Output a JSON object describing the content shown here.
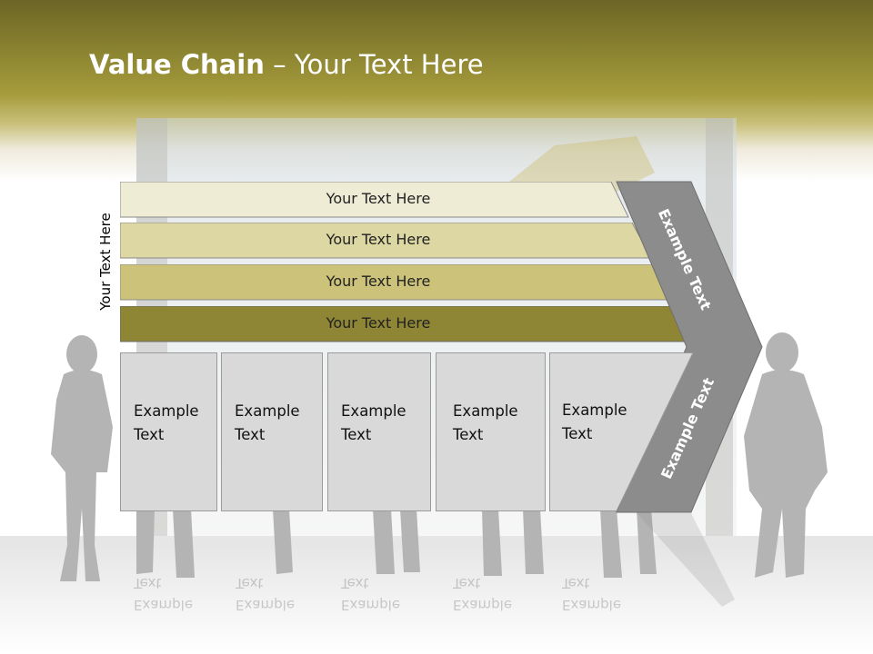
{
  "title": {
    "bold": "Value Chain",
    "rest": " – Your Text Here"
  },
  "side_label": "Your Text Here",
  "bars": [
    {
      "label": "Your Text Here",
      "color": "#efecd6"
    },
    {
      "label": "Your Text Here",
      "color": "#ddd7a3"
    },
    {
      "label": "Your Text Here",
      "color": "#ccc27a"
    },
    {
      "label": "Your Text Here",
      "color": "#8e8535"
    }
  ],
  "boxes": [
    {
      "line1": "Example",
      "line2": "Text"
    },
    {
      "line1": "Example",
      "line2": "Text"
    },
    {
      "line1": "Example",
      "line2": "Text"
    },
    {
      "line1": "Example",
      "line2": "Text"
    },
    {
      "line1": "Example",
      "line2": "Text"
    }
  ],
  "chevron": {
    "upper_label": "Example Text",
    "lower_label": "Example Text",
    "color": "#8c8c8c"
  },
  "colors": {
    "header": "#8a8330",
    "box": "#d9d9d9",
    "silhouette": "#b4b4b4"
  }
}
